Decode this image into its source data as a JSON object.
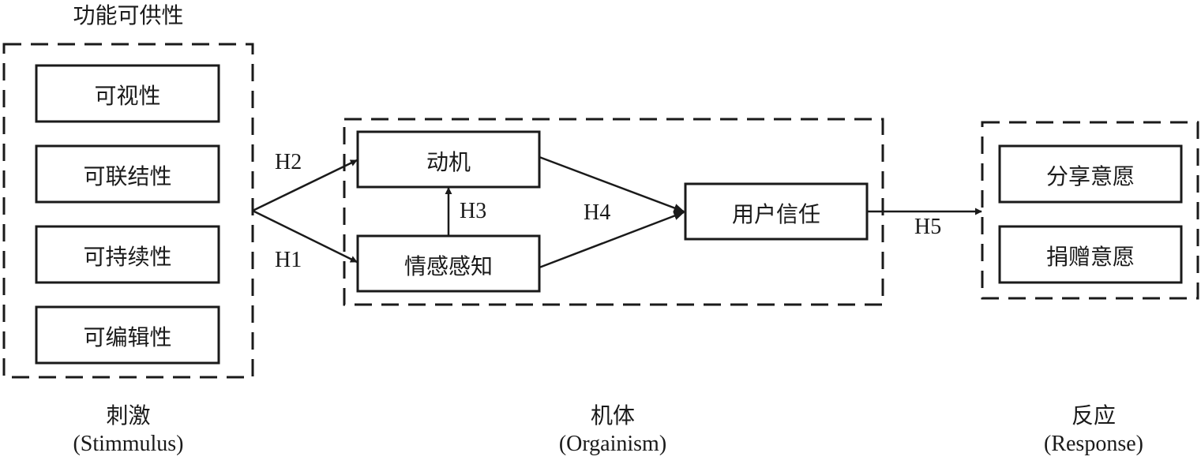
{
  "diagram": {
    "stimulus_group": {
      "title": "功能可供性",
      "items": [
        "可视性",
        "可联结性",
        "可持续性",
        "可编辑性"
      ]
    },
    "organism_group": {
      "nodes": {
        "motivation": "动机",
        "emotional_perception": "情感感知",
        "user_trust": "用户信任"
      }
    },
    "response_group": {
      "items": [
        "分享意愿",
        "捐赠意愿"
      ]
    },
    "hypotheses": {
      "h1": "H1",
      "h2": "H2",
      "h3": "H3",
      "h4": "H4",
      "h5": "H5"
    },
    "edges": [
      {
        "from": "功能可供性",
        "to": "情感感知",
        "label": "H1"
      },
      {
        "from": "功能可供性",
        "to": "动机",
        "label": "H2"
      },
      {
        "from": "情感感知",
        "to": "动机",
        "label": "H3"
      },
      {
        "from": "动机",
        "to": "用户信任",
        "label": "H4"
      },
      {
        "from": "情感感知",
        "to": "用户信任",
        "label": "H4"
      },
      {
        "from": "用户信任",
        "to": "反应",
        "label": "H5"
      }
    ],
    "stages": [
      {
        "cn": "刺激",
        "en": "(Stimmulus)"
      },
      {
        "cn": "机体",
        "en": "(Orgainism)"
      },
      {
        "cn": "反应",
        "en": "(Response)"
      }
    ],
    "colors": {
      "stroke": "#1a1a1a",
      "background": "#ffffff"
    }
  }
}
